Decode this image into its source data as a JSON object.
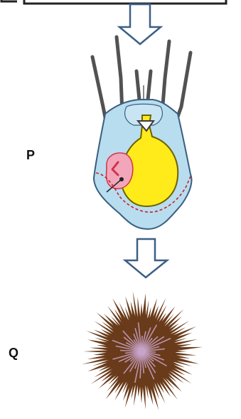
{
  "labels": {
    "p": "P",
    "q": "Q"
  },
  "colors": {
    "arrow_outline": "#3d5f86",
    "body_fill": "#b8ddef",
    "body_stroke": "#3a5f80",
    "arms": "#525252",
    "stomach_fill": "#ffeb1a",
    "stomach_stroke": "#6d6200",
    "rudiment_fill": "#f1a7b9",
    "rudiment_stroke": "#d3304c",
    "dashed_line": "#c8202c",
    "spines": "#6a3b1a",
    "spine_center": "#c7a3c9"
  },
  "icons": {
    "down_arrow": "hollow-down-arrow",
    "larva": "pluteus-larva",
    "urchin": "sea-urchin"
  }
}
